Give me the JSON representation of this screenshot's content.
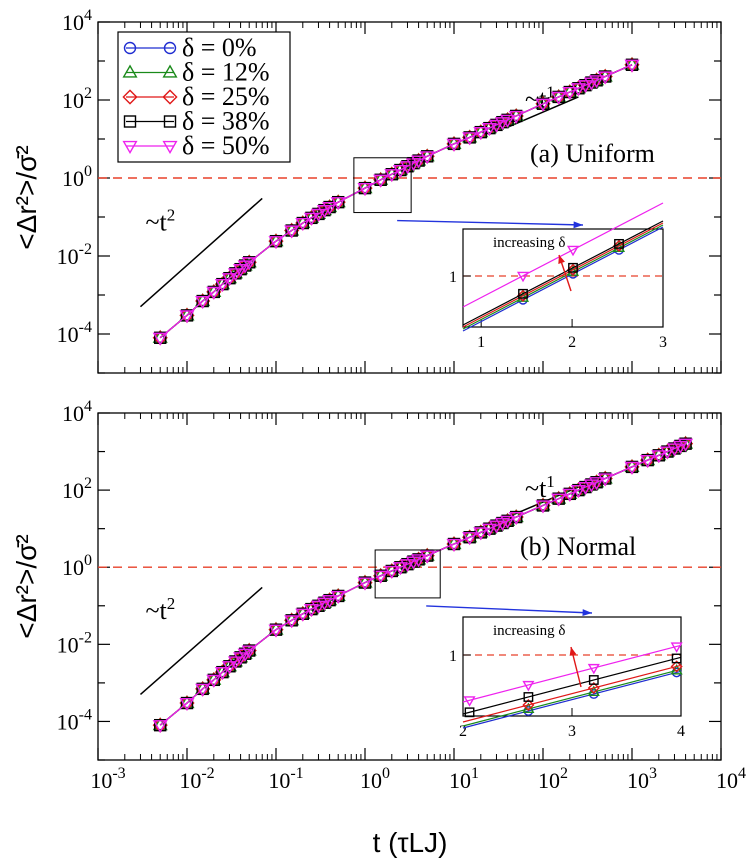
{
  "chart_data": [
    {
      "type": "line",
      "panel_label": "(a) Uniform",
      "xlabel": "t (τLJ)",
      "ylabel": "<Δr²>/σ̄²",
      "xscale": "log",
      "yscale": "log",
      "xlim": [
        0.001,
        10000
      ],
      "ylim": [
        1e-05,
        10000
      ],
      "x_ticks": [
        "10^-3",
        "10^-2",
        "10^-1",
        "10^0",
        "10^1",
        "10^2",
        "10^3",
        "10^4"
      ],
      "y_ticks": [
        "10^-4",
        "10^-2",
        "10^0",
        "10^2",
        "10^4"
      ],
      "reference_line": {
        "y": 1,
        "style": "dashed",
        "color": "#e8402a"
      },
      "guides": [
        {
          "label": "~t^2",
          "x": [
            0.003,
            0.07
          ],
          "y": [
            0.0005,
            0.3
          ]
        },
        {
          "label": "~t^1",
          "x": [
            40,
            250
          ],
          "y": [
            20,
            120
          ]
        }
      ],
      "series": [
        {
          "name": "δ = 0%",
          "color": "#1f2dd1",
          "marker": "circle"
        },
        {
          "name": "δ = 12%",
          "color": "#1a8a1a",
          "marker": "triangle-up"
        },
        {
          "name": "δ = 25%",
          "color": "#e01818",
          "marker": "diamond"
        },
        {
          "name": "δ = 38%",
          "color": "#000000",
          "marker": "square"
        },
        {
          "name": "δ = 50%",
          "color": "#ee22ee",
          "marker": "triangle-down"
        }
      ],
      "x": [
        0.005,
        0.01,
        0.015,
        0.02,
        0.025,
        0.03,
        0.035,
        0.04,
        0.045,
        0.05,
        0.1,
        0.15,
        0.2,
        0.25,
        0.3,
        0.35,
        0.4,
        0.5,
        1,
        1.5,
        2,
        2.5,
        3,
        3.5,
        4,
        5,
        10,
        15,
        20,
        25,
        30,
        35,
        40,
        50,
        100,
        150,
        200,
        250,
        300,
        350,
        400,
        500,
        1000
      ],
      "y": [
        8e-05,
        0.0003,
        0.0007,
        0.0012,
        0.0019,
        0.0027,
        0.0036,
        0.0046,
        0.0057,
        0.0069,
        0.024,
        0.045,
        0.07,
        0.095,
        0.12,
        0.15,
        0.18,
        0.24,
        0.55,
        0.9,
        1.25,
        1.6,
        2.0,
        2.4,
        2.8,
        3.6,
        7.5,
        11,
        15,
        19,
        23,
        27,
        31,
        39,
        80,
        120,
        160,
        200,
        240,
        280,
        320,
        400,
        800
      ],
      "inset": {
        "annotation": "increasing δ",
        "xlim": [
          0.8,
          3
        ],
        "x_ticks": [
          "1",
          "2",
          "3"
        ],
        "y_ticks": [
          "1"
        ],
        "source_box": {
          "x": [
            0.75,
            3.3
          ],
          "y": [
            0.13,
            3.3
          ]
        }
      }
    },
    {
      "type": "line",
      "panel_label": "(b) Normal",
      "xlabel": "t (τLJ)",
      "ylabel": "<Δr²>/σ̄²",
      "xscale": "log",
      "yscale": "log",
      "xlim": [
        0.001,
        10000
      ],
      "ylim": [
        1e-05,
        10000
      ],
      "x_ticks": [
        "10^-3",
        "10^-2",
        "10^-1",
        "10^0",
        "10^1",
        "10^2",
        "10^3",
        "10^4"
      ],
      "y_ticks": [
        "10^-4",
        "10^-2",
        "10^0",
        "10^2",
        "10^4"
      ],
      "reference_line": {
        "y": 1,
        "style": "dashed",
        "color": "#e8402a"
      },
      "guides": [
        {
          "label": "~t^2",
          "x": [
            0.003,
            0.07
          ],
          "y": [
            0.0005,
            0.3
          ]
        },
        {
          "label": "~t^1",
          "x": [
            40,
            250
          ],
          "y": [
            20,
            120
          ]
        }
      ],
      "series": [
        {
          "name": "δ = 0%",
          "color": "#1f2dd1",
          "marker": "circle"
        },
        {
          "name": "δ = 12%",
          "color": "#1a8a1a",
          "marker": "triangle-up"
        },
        {
          "name": "δ = 25%",
          "color": "#e01818",
          "marker": "diamond"
        },
        {
          "name": "δ = 38%",
          "color": "#000000",
          "marker": "square"
        },
        {
          "name": "δ = 50%",
          "color": "#ee22ee",
          "marker": "triangle-down"
        }
      ],
      "x": [
        0.005,
        0.01,
        0.015,
        0.02,
        0.025,
        0.03,
        0.035,
        0.04,
        0.045,
        0.05,
        0.1,
        0.15,
        0.2,
        0.25,
        0.3,
        0.35,
        0.4,
        0.5,
        1,
        1.5,
        2,
        2.5,
        3,
        3.5,
        4,
        5,
        10,
        15,
        20,
        25,
        30,
        35,
        40,
        50,
        100,
        150,
        200,
        250,
        300,
        350,
        400,
        500,
        1000,
        1500,
        2000,
        2500,
        3000,
        3500,
        4000
      ],
      "y": [
        8e-05,
        0.0003,
        0.0007,
        0.0012,
        0.0019,
        0.0027,
        0.0036,
        0.0046,
        0.0057,
        0.0069,
        0.024,
        0.042,
        0.062,
        0.082,
        0.1,
        0.12,
        0.14,
        0.18,
        0.4,
        0.6,
        0.8,
        1.0,
        1.2,
        1.4,
        1.6,
        2.0,
        4.0,
        6.0,
        8.0,
        10,
        12,
        14,
        16,
        20,
        40,
        60,
        80,
        100,
        120,
        140,
        160,
        200,
        400,
        600,
        800,
        1000,
        1200,
        1400,
        1600
      ],
      "inset": {
        "annotation": "increasing δ",
        "xlim": [
          2,
          4
        ],
        "x_ticks": [
          "2",
          "3",
          "4"
        ],
        "y_ticks": [
          "1"
        ],
        "source_box": {
          "x": [
            1.3,
            7
          ],
          "y": [
            0.16,
            2.8
          ]
        }
      }
    }
  ]
}
